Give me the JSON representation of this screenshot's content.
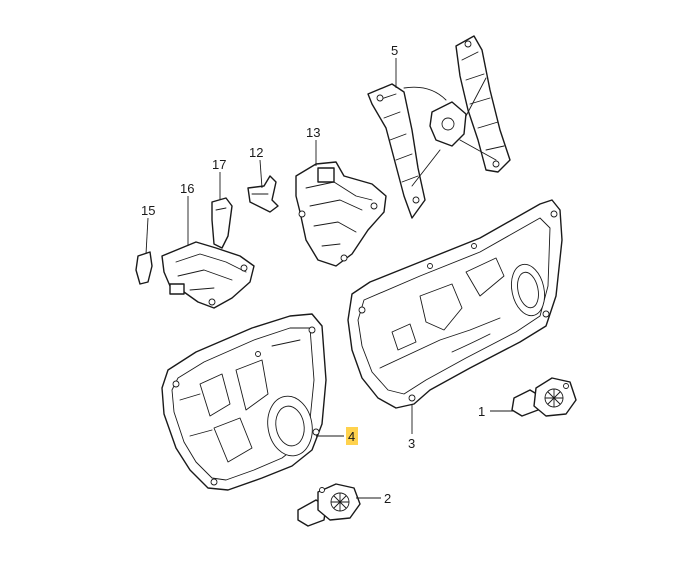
{
  "colors": {
    "line": "#1a1a1a",
    "background": "#ffffff",
    "highlight": "#ffd24d"
  },
  "callouts": {
    "motor_right": "1",
    "motor_bottom": "2",
    "outer_panel": "3",
    "inner_panel": "4",
    "window_regulator": "5",
    "bracket_12": "12",
    "bracket_13": "13",
    "bracket_15": "15",
    "bracket_16": "16",
    "bracket_17": "17"
  },
  "highlighted_callout": "4"
}
